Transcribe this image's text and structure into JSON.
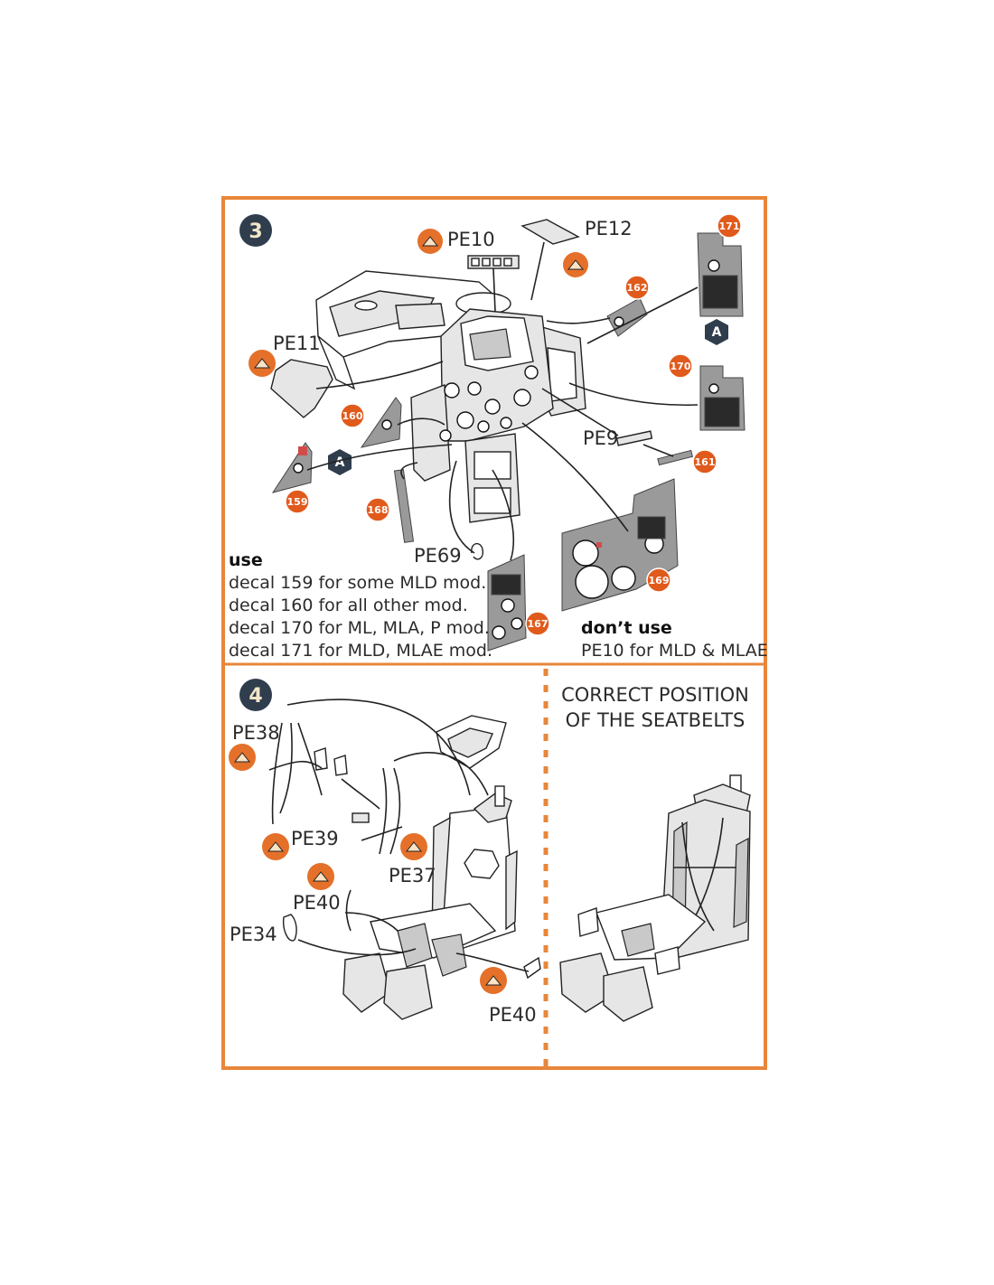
{
  "step3": {
    "number": "3",
    "labels": {
      "pe10": "PE10",
      "pe12": "PE12",
      "pe11": "PE11",
      "pe9": "PE9",
      "pe69": "PE69",
      "marker_a": "A"
    },
    "decals": {
      "d171": "171",
      "d162": "162",
      "d170": "170",
      "d160": "160",
      "d161": "161",
      "d159": "159",
      "d168": "168",
      "d169": "169",
      "d167": "167"
    },
    "use_note": {
      "heading": "use",
      "lines": [
        "decal 159  for some MLD mod.",
        "decal 160 for all other mod.",
        "decal 170 for ML, MLA, P mod.",
        "decal 171 for MLD, MLAE mod."
      ]
    },
    "dont_use_note": {
      "heading": "don’t use",
      "line": "PE10  for MLD & MLAE"
    }
  },
  "step4": {
    "number": "4",
    "labels": {
      "pe38": "PE38",
      "pe39": "PE39",
      "pe37": "PE37",
      "pe40_a": "PE40",
      "pe34": "PE34",
      "pe40_b": "PE40"
    },
    "correct_title": [
      "CORRECT POSITION",
      "OF THE SEATBELTS"
    ]
  },
  "colors": {
    "frame": "#e8863a",
    "badge": "#e05a1c",
    "step_circle": "#2f3d4d",
    "etch_icon": "#e4702a"
  }
}
